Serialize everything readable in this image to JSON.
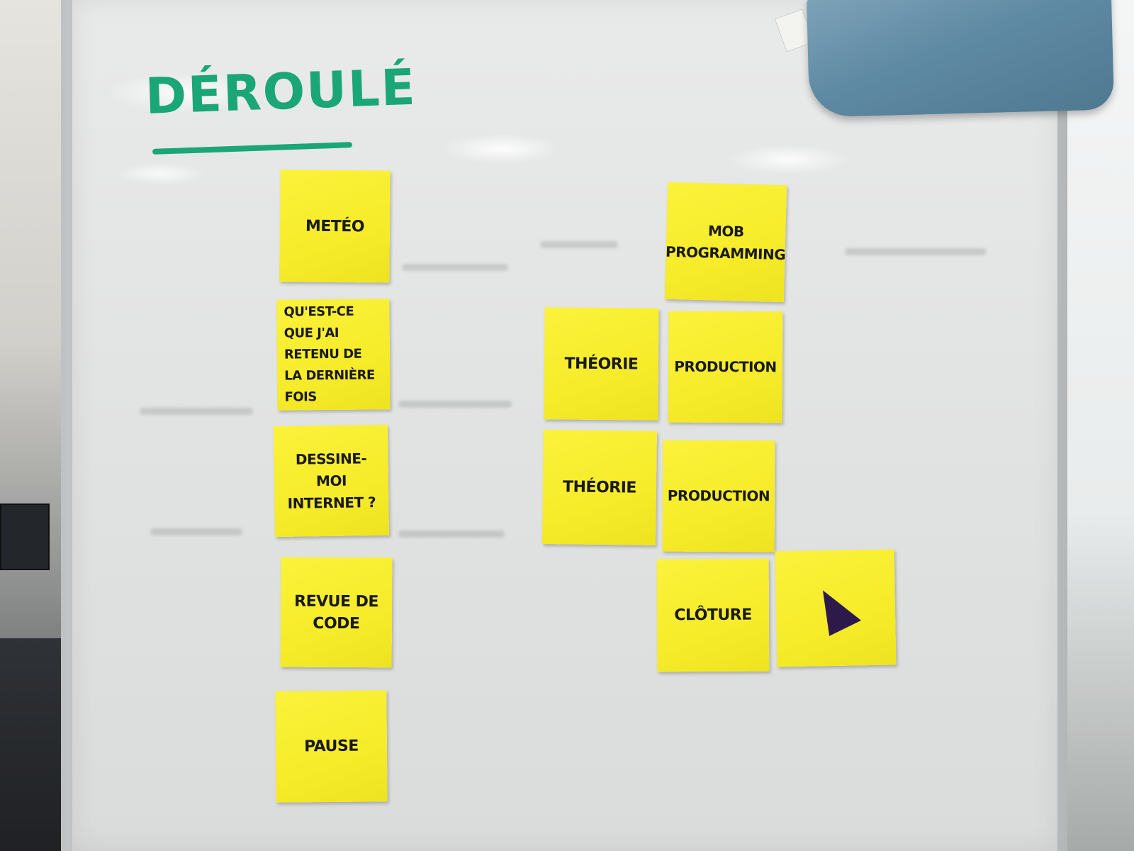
{
  "board": {
    "title": "DÉROULÉ",
    "title_color": "#1aa677",
    "note_color": "#f8ee2c"
  },
  "notes": {
    "left_column": [
      {
        "text": "METÉO"
      },
      {
        "text": "QU'EST-CE\nQUE J'AI\nRETENU DE\nLA DERNIÈRE FOIS"
      },
      {
        "text": "DESSINE-MOI\nINTERNET ?"
      },
      {
        "text": "REVUE DE\nCODE"
      },
      {
        "text": "PAUSE"
      }
    ],
    "middle_column": [
      {
        "text": "THÉORIE"
      },
      {
        "text": "THÉORIE"
      }
    ],
    "right_column": [
      {
        "text": "MOB\nPROGRAMMING"
      },
      {
        "text": "PRODUCTION"
      },
      {
        "text": "PRODUCTION"
      },
      {
        "text": "CLÔTURE"
      }
    ],
    "marker_note": {
      "icon": "triangle-marker-icon"
    }
  }
}
